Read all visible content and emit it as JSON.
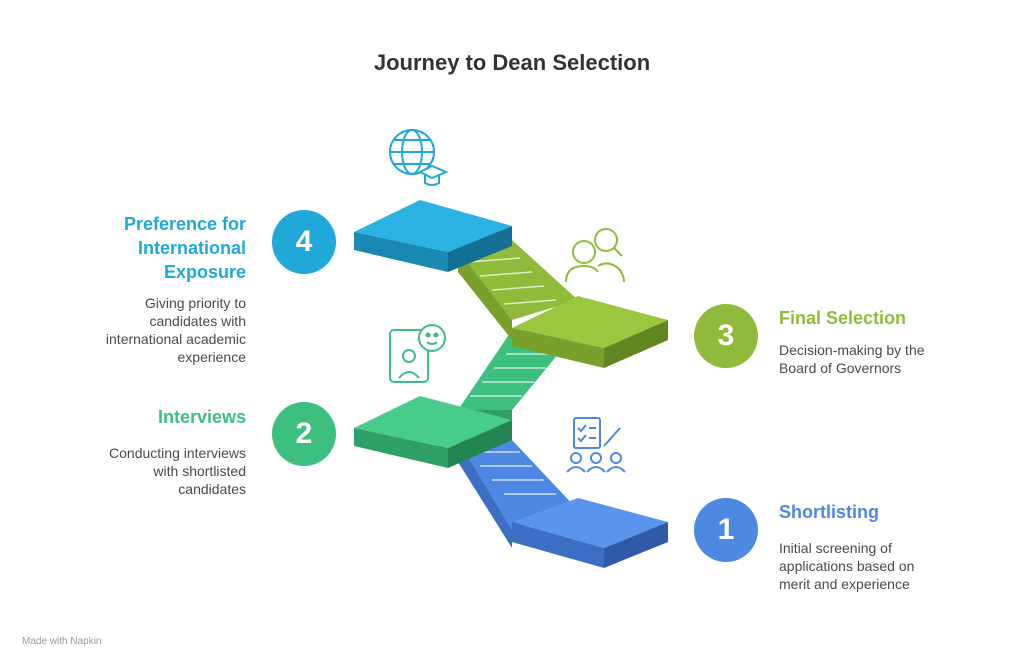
{
  "title": "Journey to Dean Selection",
  "steps": [
    {
      "number": "1",
      "heading": "Shortlisting",
      "description": "Initial screening of applications based on merit and experience",
      "icon": "checklist-people-icon",
      "color": "#4d88e3"
    },
    {
      "number": "2",
      "heading": "Interviews",
      "description": "Conducting interviews with shortlisted candidates",
      "icon": "video-chat-icon",
      "color": "#3dbf80"
    },
    {
      "number": "3",
      "heading": "Final Selection",
      "description": "Decision-making by the Board of Governors",
      "icon": "user-search-icon",
      "color": "#90bb3a"
    },
    {
      "number": "4",
      "heading": "Preference for International Exposure",
      "description": "Giving priority to candidates with international academic experience",
      "icon": "globe-graduation-icon",
      "color": "#1fa8d8"
    }
  ],
  "footer": "Made with Napkin"
}
